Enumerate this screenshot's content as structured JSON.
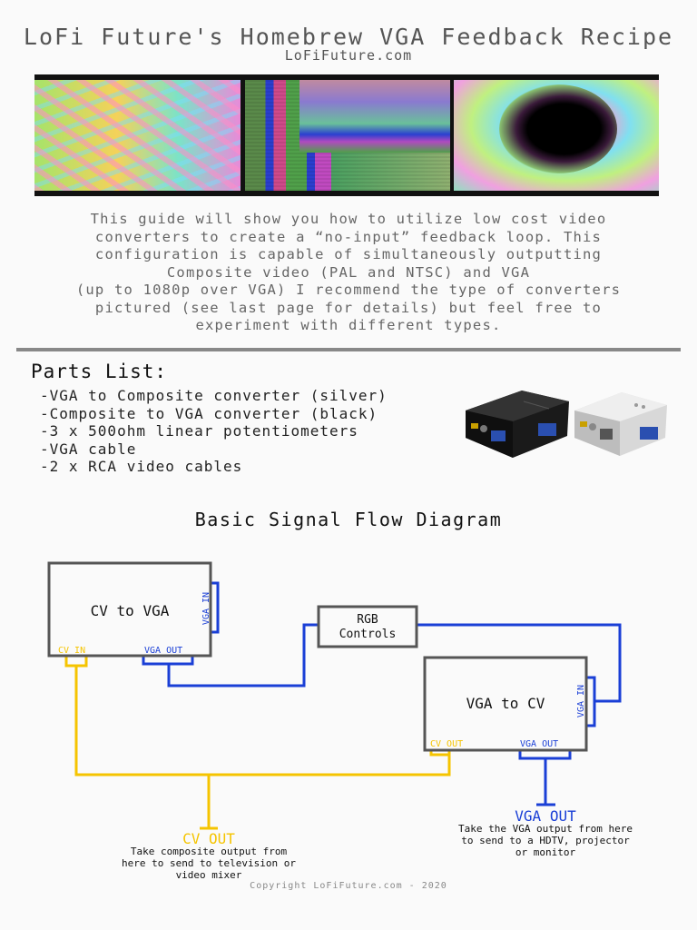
{
  "header": {
    "title": "LoFi Future's Homebrew VGA Feedback Recipe",
    "subtitle": "LoFiFuture.com"
  },
  "intro_lines": [
    "This guide will show you how to utilize low cost video",
    "converters to create a “no-input” feedback loop. This",
    "configuration is capable of simultaneously outputting",
    "Composite video (PAL and NTSC) and VGA",
    "(up to 1080p over VGA) I recommend the type of converters",
    "pictured (see last page for details) but feel free to",
    "experiment with different types."
  ],
  "parts": {
    "heading": "Parts List:",
    "items": [
      "-VGA to Composite converter (silver)",
      "-Composite to VGA converter (black)",
      "-3 x 500ohm linear potentiometers",
      "-VGA cable",
      "-2 x RCA video cables"
    ]
  },
  "diagram": {
    "heading": "Basic Signal Flow Diagram",
    "box1": {
      "title": "CV to VGA",
      "port_in": "CV IN",
      "port_out": "VGA OUT",
      "port_side": "VGA IN"
    },
    "rgb": {
      "line1": "RGB",
      "line2": "Controls"
    },
    "box2": {
      "title": "VGA to CV",
      "port_out_cv": "CV OUT",
      "port_out_vga": "VGA OUT",
      "port_side": "VGA IN"
    },
    "cv_out": {
      "label": "CV OUT",
      "desc": [
        "Take composite output from",
        "here to send to television or",
        "video mixer"
      ]
    },
    "vga_out": {
      "label": "VGA OUT",
      "desc": [
        "Take the VGA output from here",
        "to send to a HDTV, projector",
        "or monitor"
      ]
    },
    "colors": {
      "cv": "#f5c400",
      "vga": "#1a3fd6",
      "box": "#555555"
    }
  },
  "copyright": "Copyright LoFiFuture.com - 2020"
}
